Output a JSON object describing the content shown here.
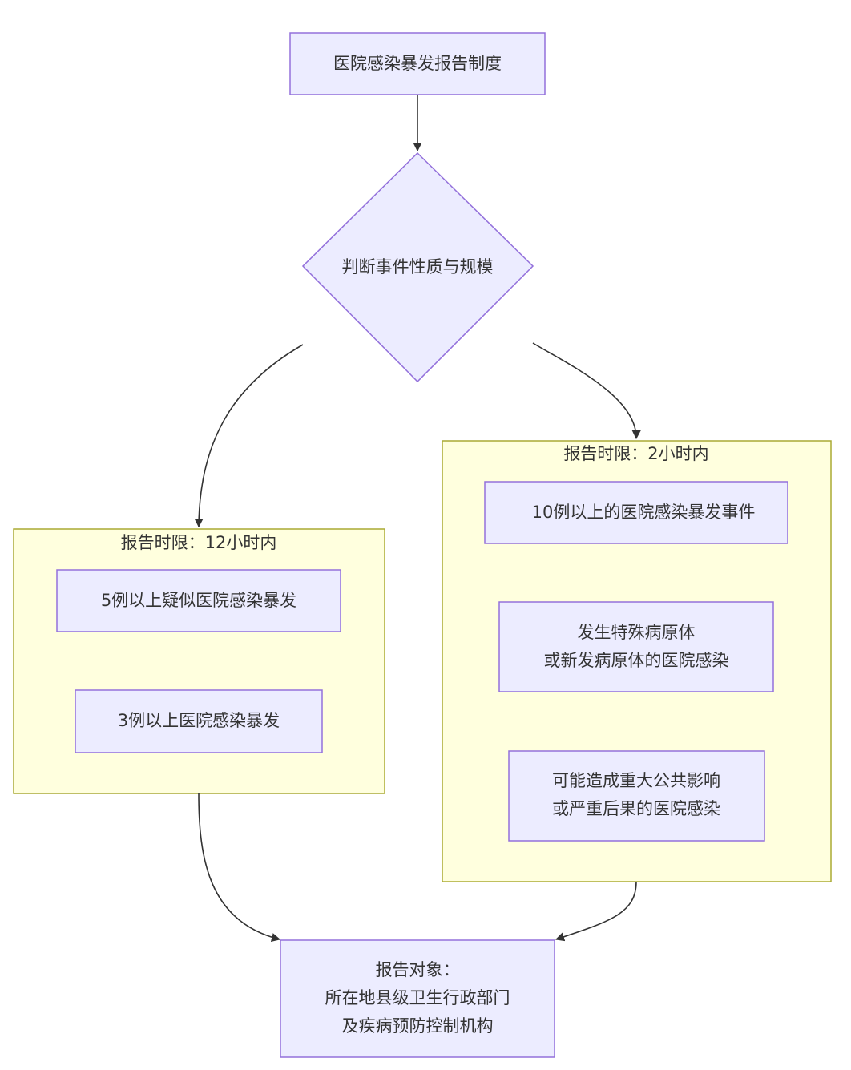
{
  "nodes": {
    "title": "医院感染暴发报告制度",
    "decision": "判断事件性质与规模",
    "left_item_1": "5例以上疑似医院感染暴发",
    "left_item_2": "3例以上医院感染暴发",
    "right_item_1": "10例以上的医院感染暴发事件",
    "right_item_2": [
      "发生特殊病原体",
      "或新发病原体的医院感染"
    ],
    "right_item_3": [
      "可能造成重大公共影响",
      "或严重后果的医院感染"
    ],
    "report_target": [
      "报告对象：",
      "所在地县级卫生行政部门",
      "及疾病预防控制机构"
    ]
  },
  "clusters": {
    "left_title": "报告时限：12小时内",
    "right_title": "报告时限：2小时内"
  },
  "colors": {
    "node_fill": "#ECECFF",
    "node_stroke": "#9370DB",
    "cluster_fill": "#ffffde",
    "cluster_stroke": "#aaaa33",
    "edge": "#333333"
  }
}
